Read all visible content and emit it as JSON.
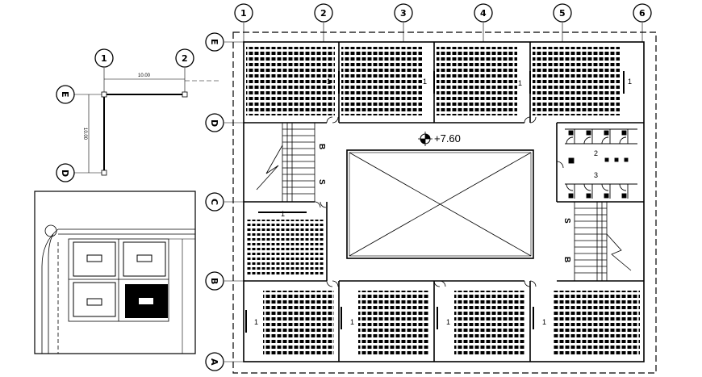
{
  "grid_columns": [
    "1",
    "2",
    "3",
    "4",
    "5",
    "6"
  ],
  "grid_rows": [
    "E",
    "D",
    "C",
    "B",
    "A"
  ],
  "key_plan": {
    "columns": [
      "1",
      "2"
    ],
    "rows": [
      "E",
      "D"
    ],
    "dimension_horizontal": "10.00",
    "dimension_vertical": "10.00"
  },
  "level_marker": "+7.60",
  "room_labels": {
    "classroom": "1",
    "toilet_upper": "2",
    "toilet_lower": "3"
  },
  "stair_labels": {
    "up": "B",
    "down": "S"
  },
  "colors": {
    "line": "#000000",
    "background": "#ffffff"
  }
}
